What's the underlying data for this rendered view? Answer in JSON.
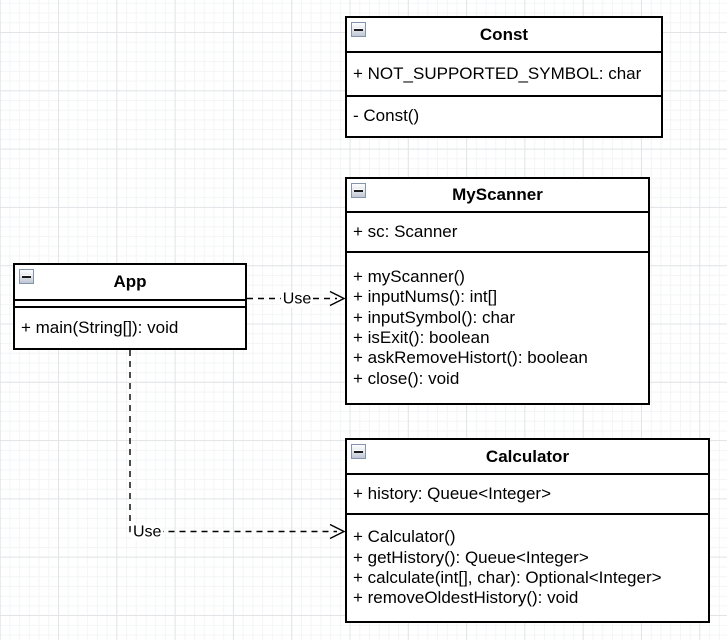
{
  "canvas": {
    "background_color": "#ffffff",
    "grid_minor_color": "#f3f5f6",
    "grid_major_color": "#e2e4e7",
    "stroke_color": "#000000"
  },
  "classes": [
    {
      "name": "Const",
      "fields": [
        "+ NOT_SUPPORTED_SYMBOL: char"
      ],
      "methods": [
        "- Const()"
      ]
    },
    {
      "name": "MyScanner",
      "fields": [
        "+ sc: Scanner"
      ],
      "methods": [
        "+ myScanner()",
        "+ inputNums(): int[]",
        "+ inputSymbol(): char",
        "+ isExit(): boolean",
        "+ askRemoveHistort(): boolean",
        "+ close(): void"
      ]
    },
    {
      "name": "App",
      "fields": [],
      "methods": [
        "+ main(String[]): void"
      ]
    },
    {
      "name": "Calculator",
      "fields": [
        "+ history: Queue<Integer>"
      ],
      "methods": [
        "+ Calculator()",
        "+ getHistory(): Queue<Integer>",
        "+ calculate(int[], char): Optional<Integer>",
        "+ removeOldestHistory(): void"
      ]
    }
  ],
  "connectors": [
    {
      "label": "Use",
      "from": "App",
      "to": "MyScanner",
      "style": "dashed-open-arrow"
    },
    {
      "label": "Use",
      "from": "App",
      "to": "Calculator",
      "style": "dashed-open-arrow"
    }
  ],
  "icons": {
    "collapse": "minus-box"
  }
}
